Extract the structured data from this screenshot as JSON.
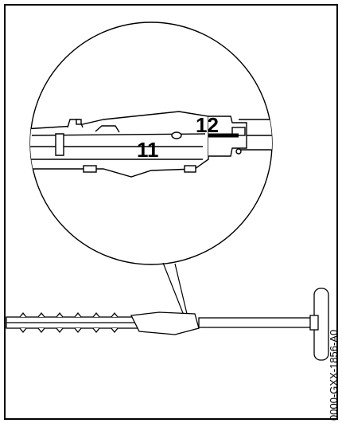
{
  "figure": {
    "callouts": {
      "part_11": "11",
      "part_12": "12"
    },
    "figure_code": "0000-GXX-1856-A0"
  },
  "colors": {
    "line": "#000000",
    "background": "#ffffff"
  }
}
